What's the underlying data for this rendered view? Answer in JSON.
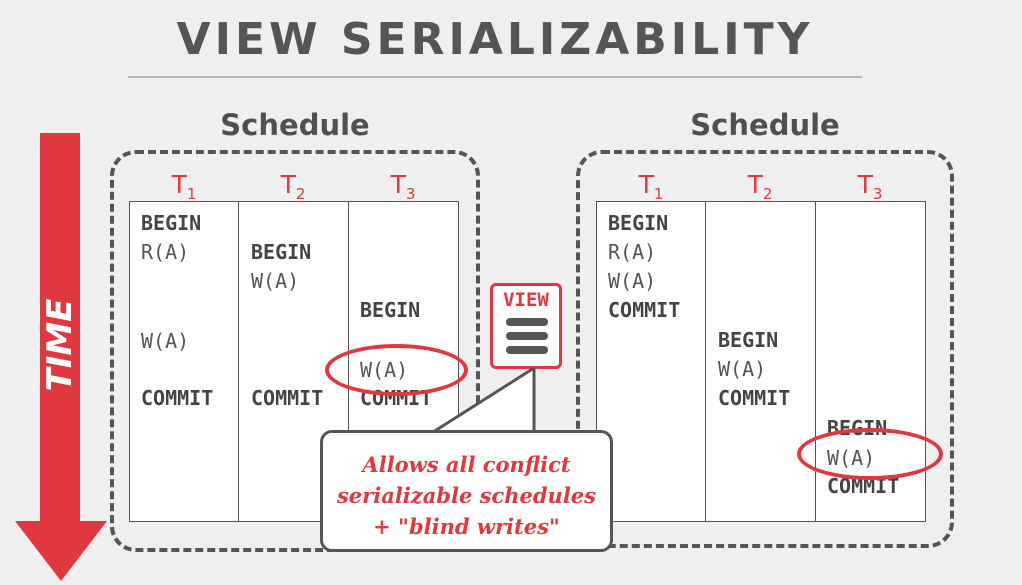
{
  "title": "VIEW SERIALIZABILITY",
  "time_label": "TIME",
  "colors": {
    "accent": "#e0383e",
    "text": "#555555",
    "background": "#efefef"
  },
  "schedules": [
    {
      "label": "Schedule",
      "headers": [
        {
          "name": "T",
          "sub": "1"
        },
        {
          "name": "T",
          "sub": "2"
        },
        {
          "name": "T",
          "sub": "3"
        }
      ],
      "ops": [
        {
          "text": "BEGIN",
          "kw": true
        },
        {
          "text": "R(A)",
          "kw": false
        },
        {
          "text": "W(A)",
          "kw": false
        },
        {
          "text": "COMMIT",
          "kw": true
        },
        {
          "text": "BEGIN",
          "kw": true
        },
        {
          "text": "W(A)",
          "kw": false
        },
        {
          "text": "COMMIT",
          "kw": true
        },
        {
          "text": "BEGIN",
          "kw": true
        },
        {
          "text": "W(A)",
          "kw": false
        },
        {
          "text": "COMMIT",
          "kw": true
        }
      ]
    },
    {
      "label": "Schedule",
      "headers": [
        {
          "name": "T",
          "sub": "1"
        },
        {
          "name": "T",
          "sub": "2"
        },
        {
          "name": "T",
          "sub": "3"
        }
      ],
      "ops": [
        {
          "text": "BEGIN",
          "kw": true
        },
        {
          "text": "R(A)",
          "kw": false
        },
        {
          "text": "W(A)",
          "kw": false
        },
        {
          "text": "COMMIT",
          "kw": true
        },
        {
          "text": "BEGIN",
          "kw": true
        },
        {
          "text": "W(A)",
          "kw": false
        },
        {
          "text": "COMMIT",
          "kw": true
        },
        {
          "text": "BEGIN",
          "kw": true
        },
        {
          "text": "W(A)",
          "kw": false
        },
        {
          "text": "COMMIT",
          "kw": true
        }
      ]
    }
  ],
  "view_icon": {
    "label": "VIEW",
    "icon": "hamburger-lines-icon"
  },
  "callout": {
    "lines": [
      "Allows all conflict",
      "serializable schedules",
      "+ \"blind writes\""
    ]
  }
}
